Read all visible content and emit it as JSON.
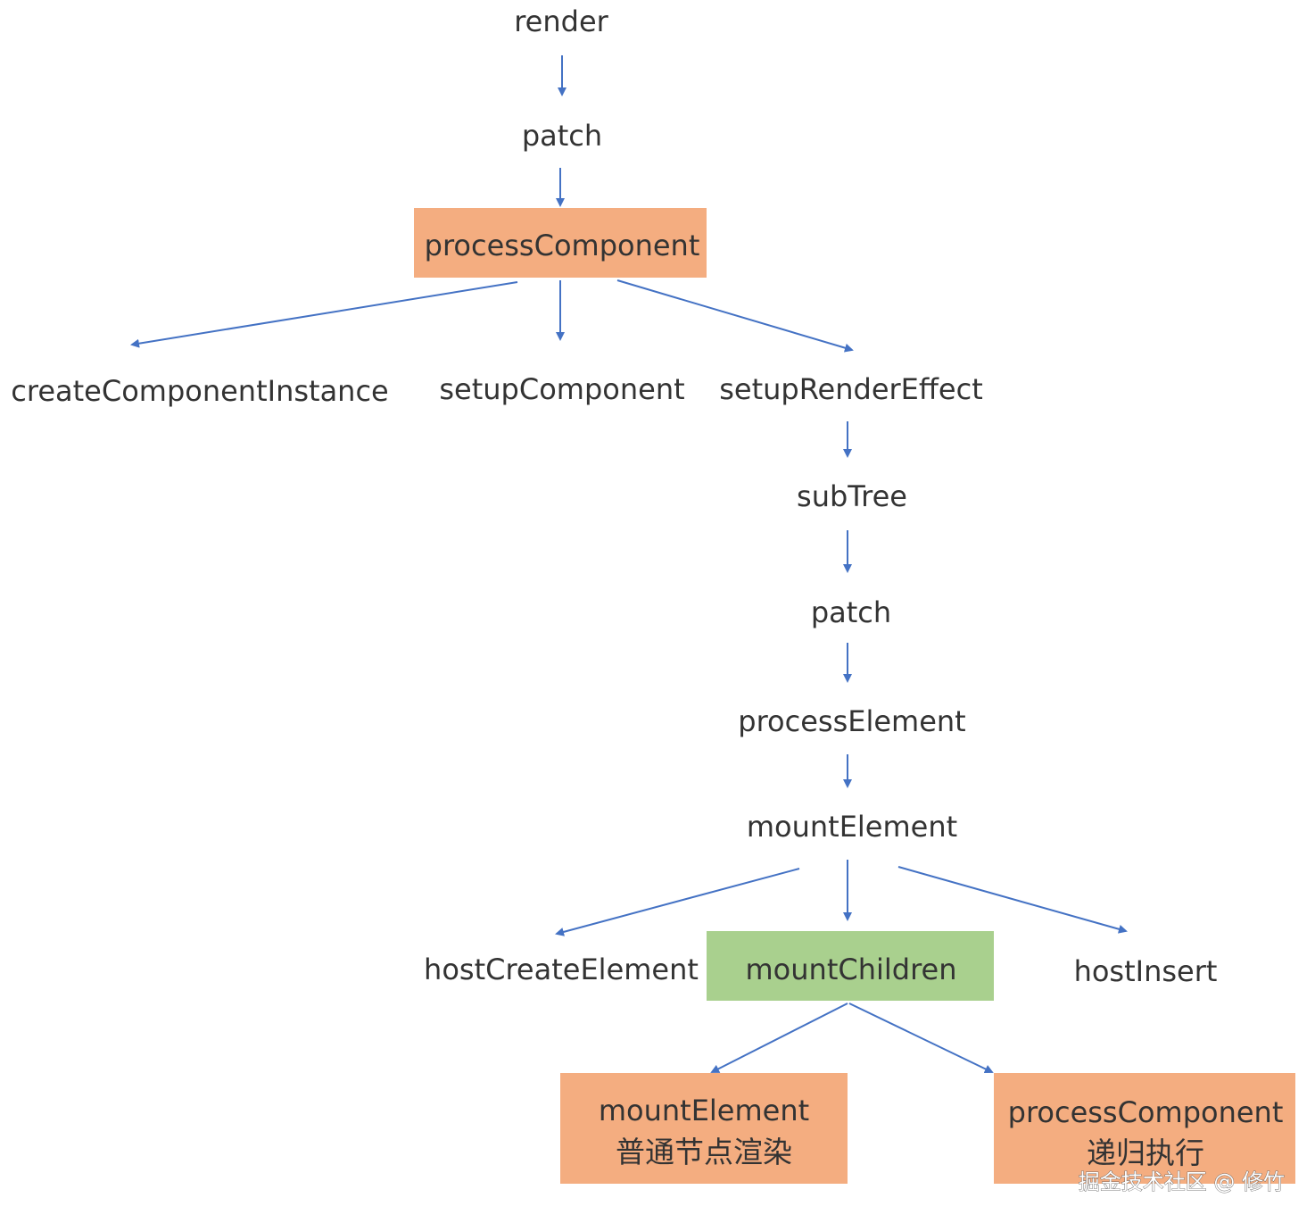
{
  "nodes": {
    "render": "render",
    "patch_top": "patch",
    "process_component": "processComponent",
    "create_component_instance": "createComponentInstance",
    "setup_component": "setupComponent",
    "setup_render_effect": "setupRenderEffect",
    "sub_tree": "subTree",
    "patch_inner": "patch",
    "process_element": "processElement",
    "mount_element": "mountElement",
    "host_create_element": "hostCreateElement",
    "mount_children": "mountChildren",
    "host_insert": "hostInsert",
    "child_mount_element": {
      "line1": "mountElement",
      "line2": "普通节点渲染"
    },
    "child_process_component": {
      "line1": "processComponent",
      "line2": "递归执行"
    }
  },
  "watermark": "掘金技术社区 @ 修竹",
  "colors": {
    "component_box": "#f4ad80",
    "children_box": "#a9d08e",
    "arrow": "#4472c4",
    "text": "#333333"
  }
}
